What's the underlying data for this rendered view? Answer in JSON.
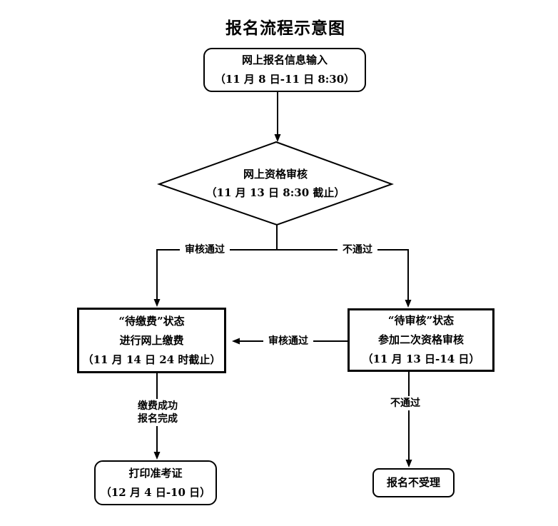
{
  "title": "报名流程示意图",
  "nodes": {
    "start": {
      "lines": [
        "网上报名信息输入",
        "（11 月 8 日-11 日 8:30）"
      ]
    },
    "decision": {
      "lines": [
        "网上资格审核",
        "（11 月 13 日 8:30 截止）"
      ]
    },
    "pay": {
      "lines": [
        "“待缴费”状态",
        "进行网上缴费",
        "（11 月 14 日 24 时截止）"
      ]
    },
    "recheck": {
      "lines": [
        "“待审核”状态",
        "参加二次资格审核",
        "（11 月 13 日-14 日）"
      ]
    },
    "print": {
      "lines": [
        "打印准考证",
        "（12 月 4 日-10 日）"
      ]
    },
    "reject": {
      "lines": [
        "报名不受理"
      ]
    }
  },
  "edges": {
    "pass": "审核通过",
    "fail": "不通过",
    "second_pass": "审核通过",
    "pay_success": [
      "缴费成功",
      "报名完成"
    ],
    "second_fail": "不通过"
  },
  "colors": {
    "line": "#000000",
    "text": "#000000",
    "background": "#ffffff"
  }
}
